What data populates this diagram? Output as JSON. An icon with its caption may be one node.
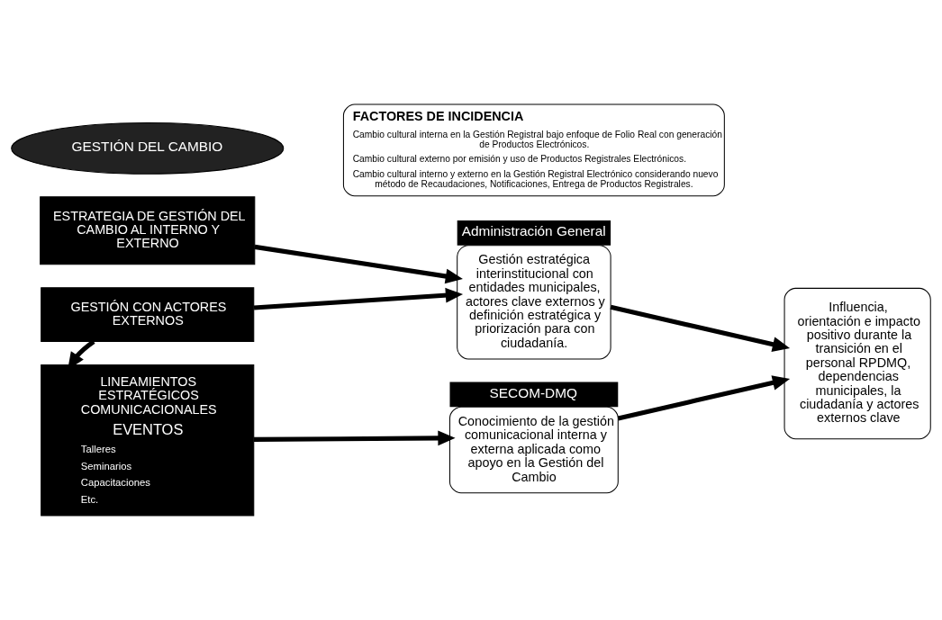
{
  "diagram": {
    "nodes": [
      {
        "text": [
          "GESTIÓN DEL CAMBIO"
        ]
      },
      {
        "text": [
          "FACTORES DE INCIDENCIA",
          "Cambio cultural interna en la Gestión Registral bajo enfoque de Folio Real con generación de Productos Electrónicos.",
          "Cambio cultural externo por emisión y uso de Productos Registrales Electrónicos.",
          "Cambio cultural interno y externo en la Gestión Registral Electrónico considerando nuevo método de Recaudaciones, Notificaciones, Entrega de Productos Registrales."
        ]
      },
      {
        "text": [
          "ESTRATEGIA DE GESTIÓN DEL CAMBIO AL INTERNO Y EXTERNO"
        ]
      },
      {
        "text": [
          "GESTIÓN CON ACTORES EXTERNOS"
        ]
      },
      {
        "text": [
          "LINEAMIENTOS ESTRATÉGICOS COMUNICACIONALES",
          "EVENTOS",
          "Talleres",
          "Seminarios",
          "Capacitaciones",
          "Etc."
        ]
      },
      {
        "text": [
          "Administración General",
          "Gestión estratégica interinstitucional con entidades municipales, actores clave externos y definición estratégica y priorización para con ciudadanía."
        ]
      },
      {
        "text": [
          "SECOM-DMQ",
          "Conocimiento de la gestión comunicacional interna y externa aplicada como apoyo en la Gestión del Cambio"
        ]
      },
      {
        "text": [
          "Influencia, orientación e impacto positivo durante la transición en el personal RPDMQ, dependencias municipales, la ciudadanía y actores externos clave"
        ]
      }
    ],
    "edges": [
      {
        "from": 2,
        "to": 5,
        "arrow": "to"
      },
      {
        "from": 3,
        "to": 5,
        "arrow": "to"
      },
      {
        "from": 3,
        "to": 4,
        "arrow": "to"
      },
      {
        "from": 4,
        "to": 6,
        "arrow": "to"
      },
      {
        "from": 5,
        "to": 7,
        "arrow": "to"
      },
      {
        "from": 6,
        "to": 7,
        "arrow": "to"
      }
    ]
  }
}
